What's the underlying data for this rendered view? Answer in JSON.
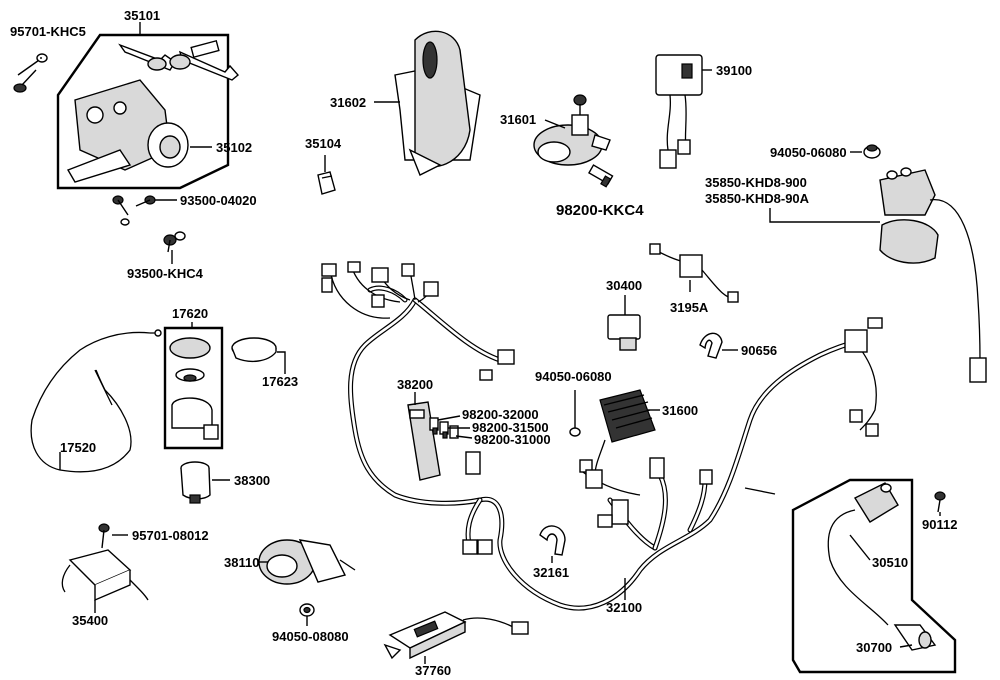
{
  "labels": {
    "p35101": "35101",
    "p95701_khc5": "95701-KHC5",
    "p35102": "35102",
    "p93500_04020": "93500-04020",
    "p93500_khc4": "93500-KHC4",
    "p31602": "31602",
    "p35104": "35104",
    "p31601": "31601",
    "p98200_kkc4": "98200-KKC4",
    "p39100": "39100",
    "p94050_06080_a": "94050-06080",
    "p35850_khd8_900": "35850-KHD8-900",
    "p35850_khd8_90a": "35850-KHD8-90A",
    "p17620": "17620",
    "p17623": "17623",
    "p17520": "17520",
    "p38300": "38300",
    "p95701_08012": "95701-08012",
    "p35400": "35400",
    "p38110": "38110",
    "p94050_08080": "94050-08080",
    "p37760": "37760",
    "p38200": "38200",
    "p98200_32000": "98200-32000",
    "p98200_31500": "98200-31500",
    "p98200_31000": "98200-31000",
    "p94050_06080_b": "94050-06080",
    "p31600": "31600",
    "p30400": "30400",
    "p3195a": "3195A",
    "p90656": "90656",
    "p32161": "32161",
    "p32100": "32100",
    "p90112": "90112",
    "p30510": "30510",
    "p30700": "30700"
  }
}
